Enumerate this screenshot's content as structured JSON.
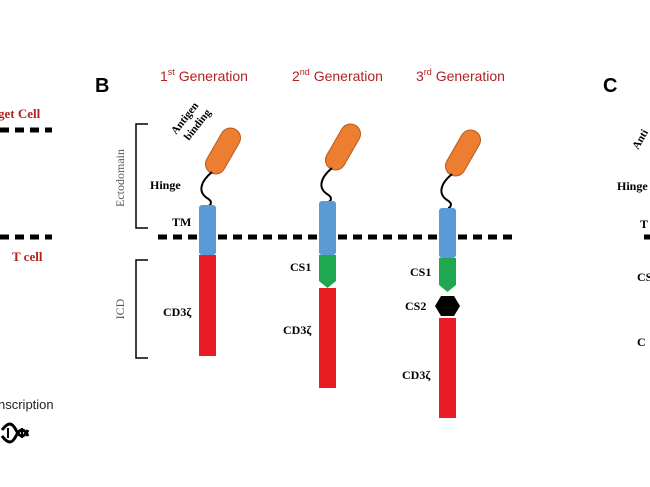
{
  "colors": {
    "antigen": "#ED7D31",
    "tm": "#5B9BD5",
    "costim": "#1FA84F",
    "cd3z": "#E91C24",
    "cs2": "#000000",
    "heading_red": "#B22222",
    "text_dark": "#000000",
    "text_gray": "#555555"
  },
  "left_panel": {
    "target_cell": "get Cell",
    "t_cell": "T cell",
    "transcription": "nscription",
    "dna_icon": "dna-icon"
  },
  "panel_b": {
    "letter": "B",
    "generations": [
      {
        "base": "1",
        "sup": "st",
        "rest": " Generation"
      },
      {
        "base": "2",
        "sup": "nd",
        "rest": " Generation"
      },
      {
        "base": "3",
        "sup": "rd",
        "rest": " Generation"
      }
    ],
    "labels": {
      "antigen_binding_1": "Antigen",
      "antigen_binding_2": "binding",
      "hinge": "Hinge",
      "tm": "TM",
      "ectodomain": "Ectodomain",
      "icd": "ICD",
      "cd3z": "CD3ζ",
      "cs1": "CS1",
      "cs2": "CS2"
    }
  },
  "panel_c": {
    "letter": "C",
    "antigen_fragment": "Anti",
    "hinge_fragment": "Hinge",
    "tm_fragment": "T",
    "cs_fragment": "CS",
    "cd_fragment": "C"
  }
}
